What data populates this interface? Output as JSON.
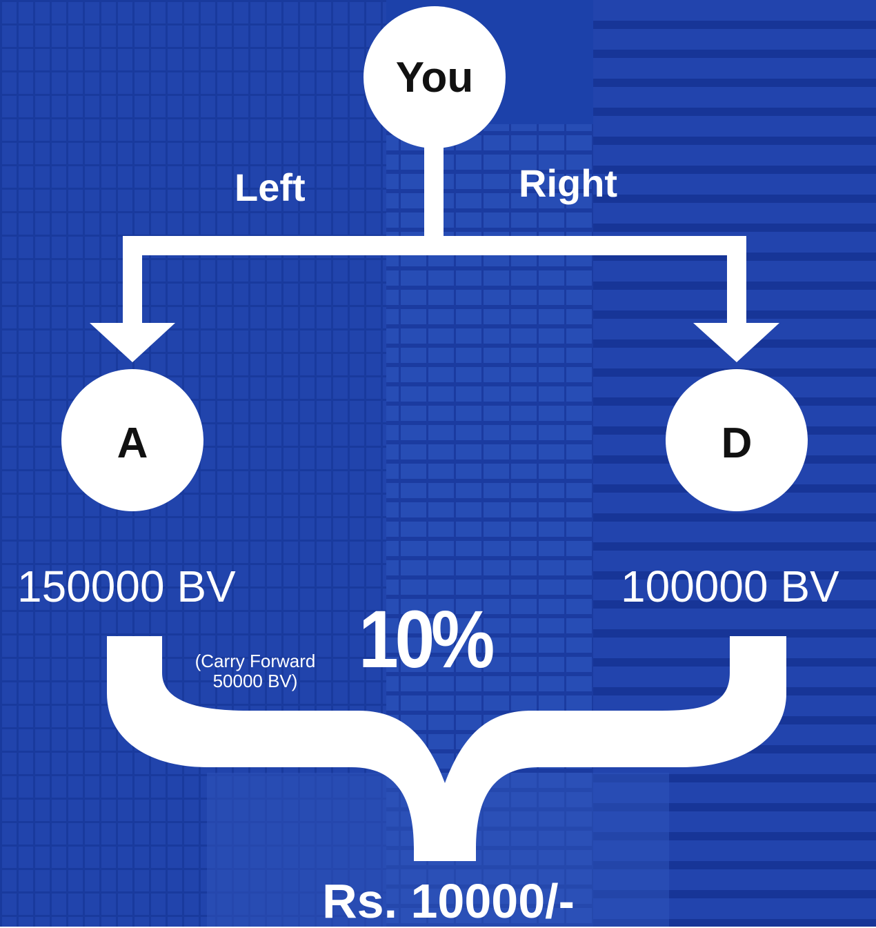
{
  "colors": {
    "background": "#1b3fa6",
    "background_dark": "#14308a",
    "foreground": "#ffffff",
    "node_text": "#111111"
  },
  "root": {
    "label": "You"
  },
  "branches": {
    "left": {
      "label": "Left",
      "node": "A",
      "volume": "150000 BV",
      "note_line1": "(Carry Forward",
      "note_line2": "50000 BV)"
    },
    "right": {
      "label": "Right",
      "node": "D",
      "volume": "100000 BV"
    }
  },
  "rate": "10%",
  "result": "Rs. 10000/-"
}
